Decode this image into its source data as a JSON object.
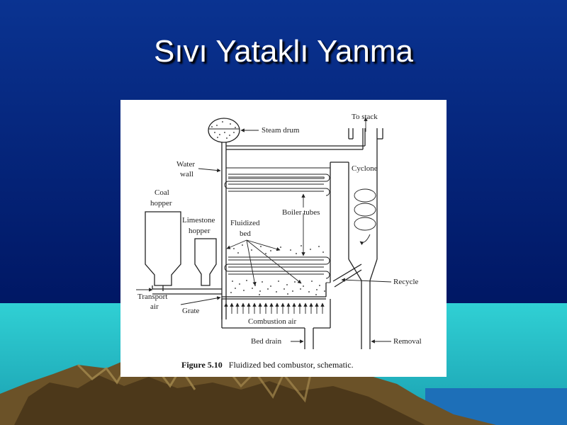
{
  "slide": {
    "title": "Sıvı Yataklı Yanma",
    "colors": {
      "background_top": "#0a2f8a",
      "background_bottom": "#001a66",
      "sea": "#2cc9cf",
      "mountain": "#6b5228",
      "title_text": "#ffffff"
    }
  },
  "figure": {
    "labels": {
      "to_stack": "To stack",
      "steam_drum": "Steam drum",
      "water_wall_1": "Water",
      "water_wall_2": "wall",
      "cyclone": "Cyclone",
      "coal_hopper_1": "Coal",
      "coal_hopper_2": "hopper",
      "limestone_hopper_1": "Limestone",
      "limestone_hopper_2": "hopper",
      "fluidized_bed_1": "Fluidized",
      "fluidized_bed_2": "bed",
      "boiler_tubes": "Boiler tubes",
      "recycle": "Recycle",
      "transport_air_1": "Transport",
      "transport_air_2": "air",
      "grate": "Grate",
      "combustion_air": "Combustion air",
      "bed_drain": "Bed drain",
      "removal": "Removal"
    },
    "caption_number": "Figure 5.10",
    "caption_text": "Fluidized bed combustor, schematic."
  }
}
